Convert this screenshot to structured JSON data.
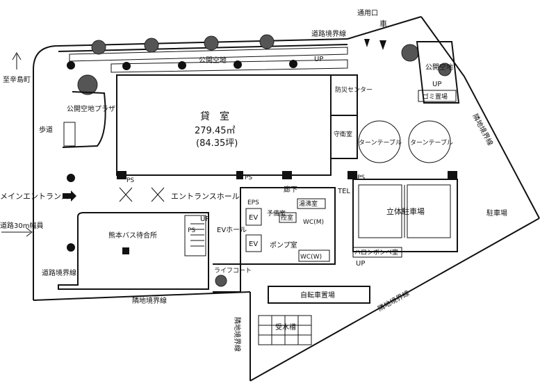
{
  "colors": {
    "ink": "#111111",
    "paper": "#ffffff",
    "tree": "#555555"
  },
  "labels": {
    "road_boundary_top": "道路境界線",
    "service_entrance": "通用口",
    "car": "車",
    "public_open_space_top": "公開空地",
    "public_open_space_right": "公開空地",
    "up_top": "UP",
    "up_right": "UP",
    "garbage": "ゴミ置場",
    "north_arrow_label": "至辛島町",
    "plaza": "公開空地プラザ",
    "sidewalk": "歩道",
    "rental_room": "貸　室",
    "area_m2": "279.45㎡",
    "area_tsubo": "(84.35坪)",
    "disaster_center": "防災センター",
    "guard_room": "守衛室",
    "turntable_1": "ターンテーブル",
    "turntable_2": "ターンテーブル",
    "neighbor_boundary_right": "隣地境界線",
    "ps_1": "PS",
    "ps_2": "PS",
    "ps_3": "PS",
    "corridor": "廊下",
    "tel": "TEL",
    "main_entrance": "メインエントランス",
    "entrance_hall": "エントランスホール",
    "eps": "EPS",
    "spare_room": "予備室",
    "kitchenette": "湯沸室",
    "storage": "控室",
    "wc_m": "WC(M)",
    "parking_tower": "立体駐車場",
    "parking": "駐車場",
    "road_width": "道路30m幅員",
    "bus_waiting": "熊本バス待合所",
    "up_left": "UP",
    "ps_left": "PS",
    "ev_hall": "EVホール",
    "ev_1": "EV",
    "ev_2": "EV",
    "pump_room": "ポンプ室",
    "wc_w": "WC(W)",
    "halon_room": "ハロンボンベ室",
    "up_bottom": "UP",
    "road_boundary_left": "道路境界線",
    "life_court": "ライフコート",
    "bicycle_parking": "自転車置場",
    "neighbor_boundary_bottom": "隣地境界線",
    "neighbor_boundary_vertical": "隣地境界線",
    "water_tank": "受水槽",
    "neighbor_boundary_diagonal": "隣地境界線"
  }
}
